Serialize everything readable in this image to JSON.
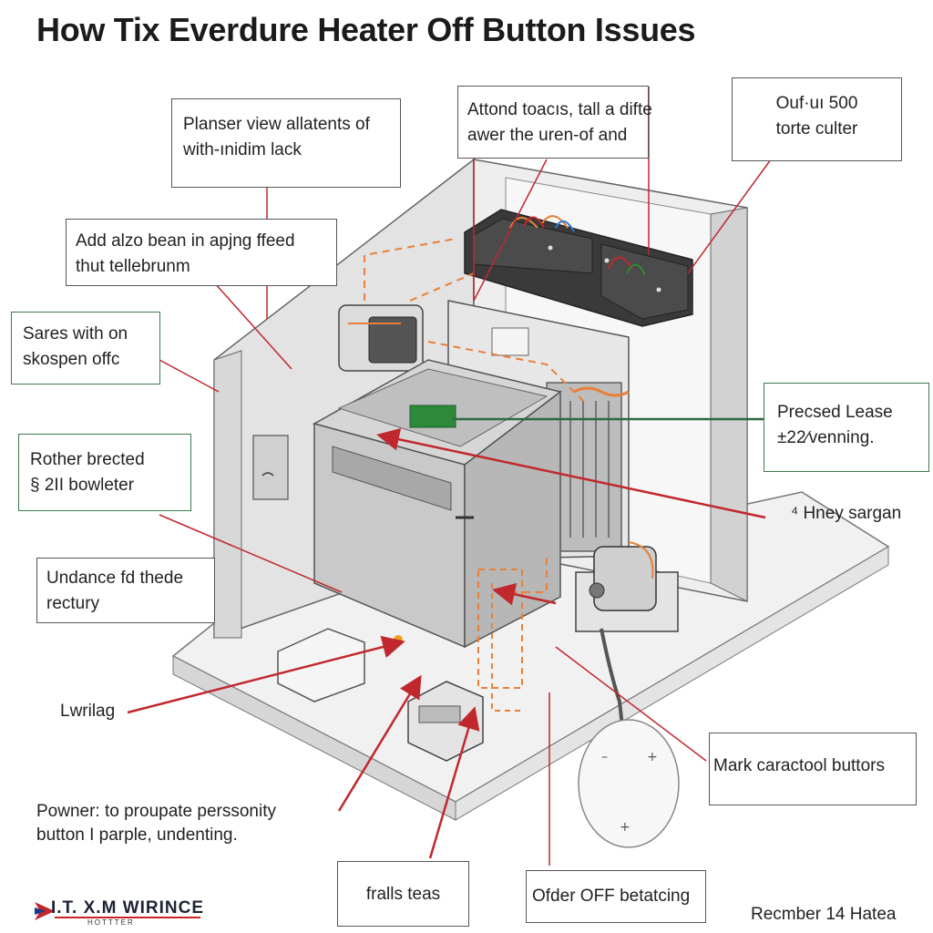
{
  "title": "How Tix Everdure Heater Off Button Issues",
  "callouts": {
    "top_left": [
      "Planser view allatents of",
      "with-ınidim lack"
    ],
    "top_center": [
      "Attond toacıs, tall a difte",
      "awer the uren-of and"
    ],
    "top_right": [
      "Ouf·uı 500",
      "torte culter"
    ],
    "add_also": [
      "Add alzo bean in apjng ffeed",
      "thut tellebrunm"
    ],
    "sares": [
      "Sares with on",
      "skospen offc"
    ],
    "rother": [
      "Rother brected",
      "§ 2II bowleter"
    ],
    "undance": [
      "Undance fd thede",
      "rectury"
    ],
    "precsed": [
      "Precsed Lease",
      "±22∕venning."
    ],
    "mark": [
      "Mark caractool buttors"
    ],
    "bottom_center": [
      "fralls teas"
    ],
    "bottom_right": [
      "Ofder OFF betatcing"
    ]
  },
  "labels": {
    "hney": "⁴ Hney sargan",
    "lwrilag": "Lwrilag",
    "powner_1": "Powner: to proupate perssonity",
    "powner_2": "button I parple, undenting.",
    "reminder": "Recmber 14 Hatea"
  },
  "logo": {
    "name": "I.T. X.M WIRINCE",
    "sub": "HOTTTER"
  },
  "colors": {
    "arrow_red": "#c0282d",
    "wire_orange": "#e8803a",
    "leader_green": "#2e6a45",
    "cabinet_gray": "#dcdcdc",
    "heater_silver": "#c9c9c9"
  }
}
